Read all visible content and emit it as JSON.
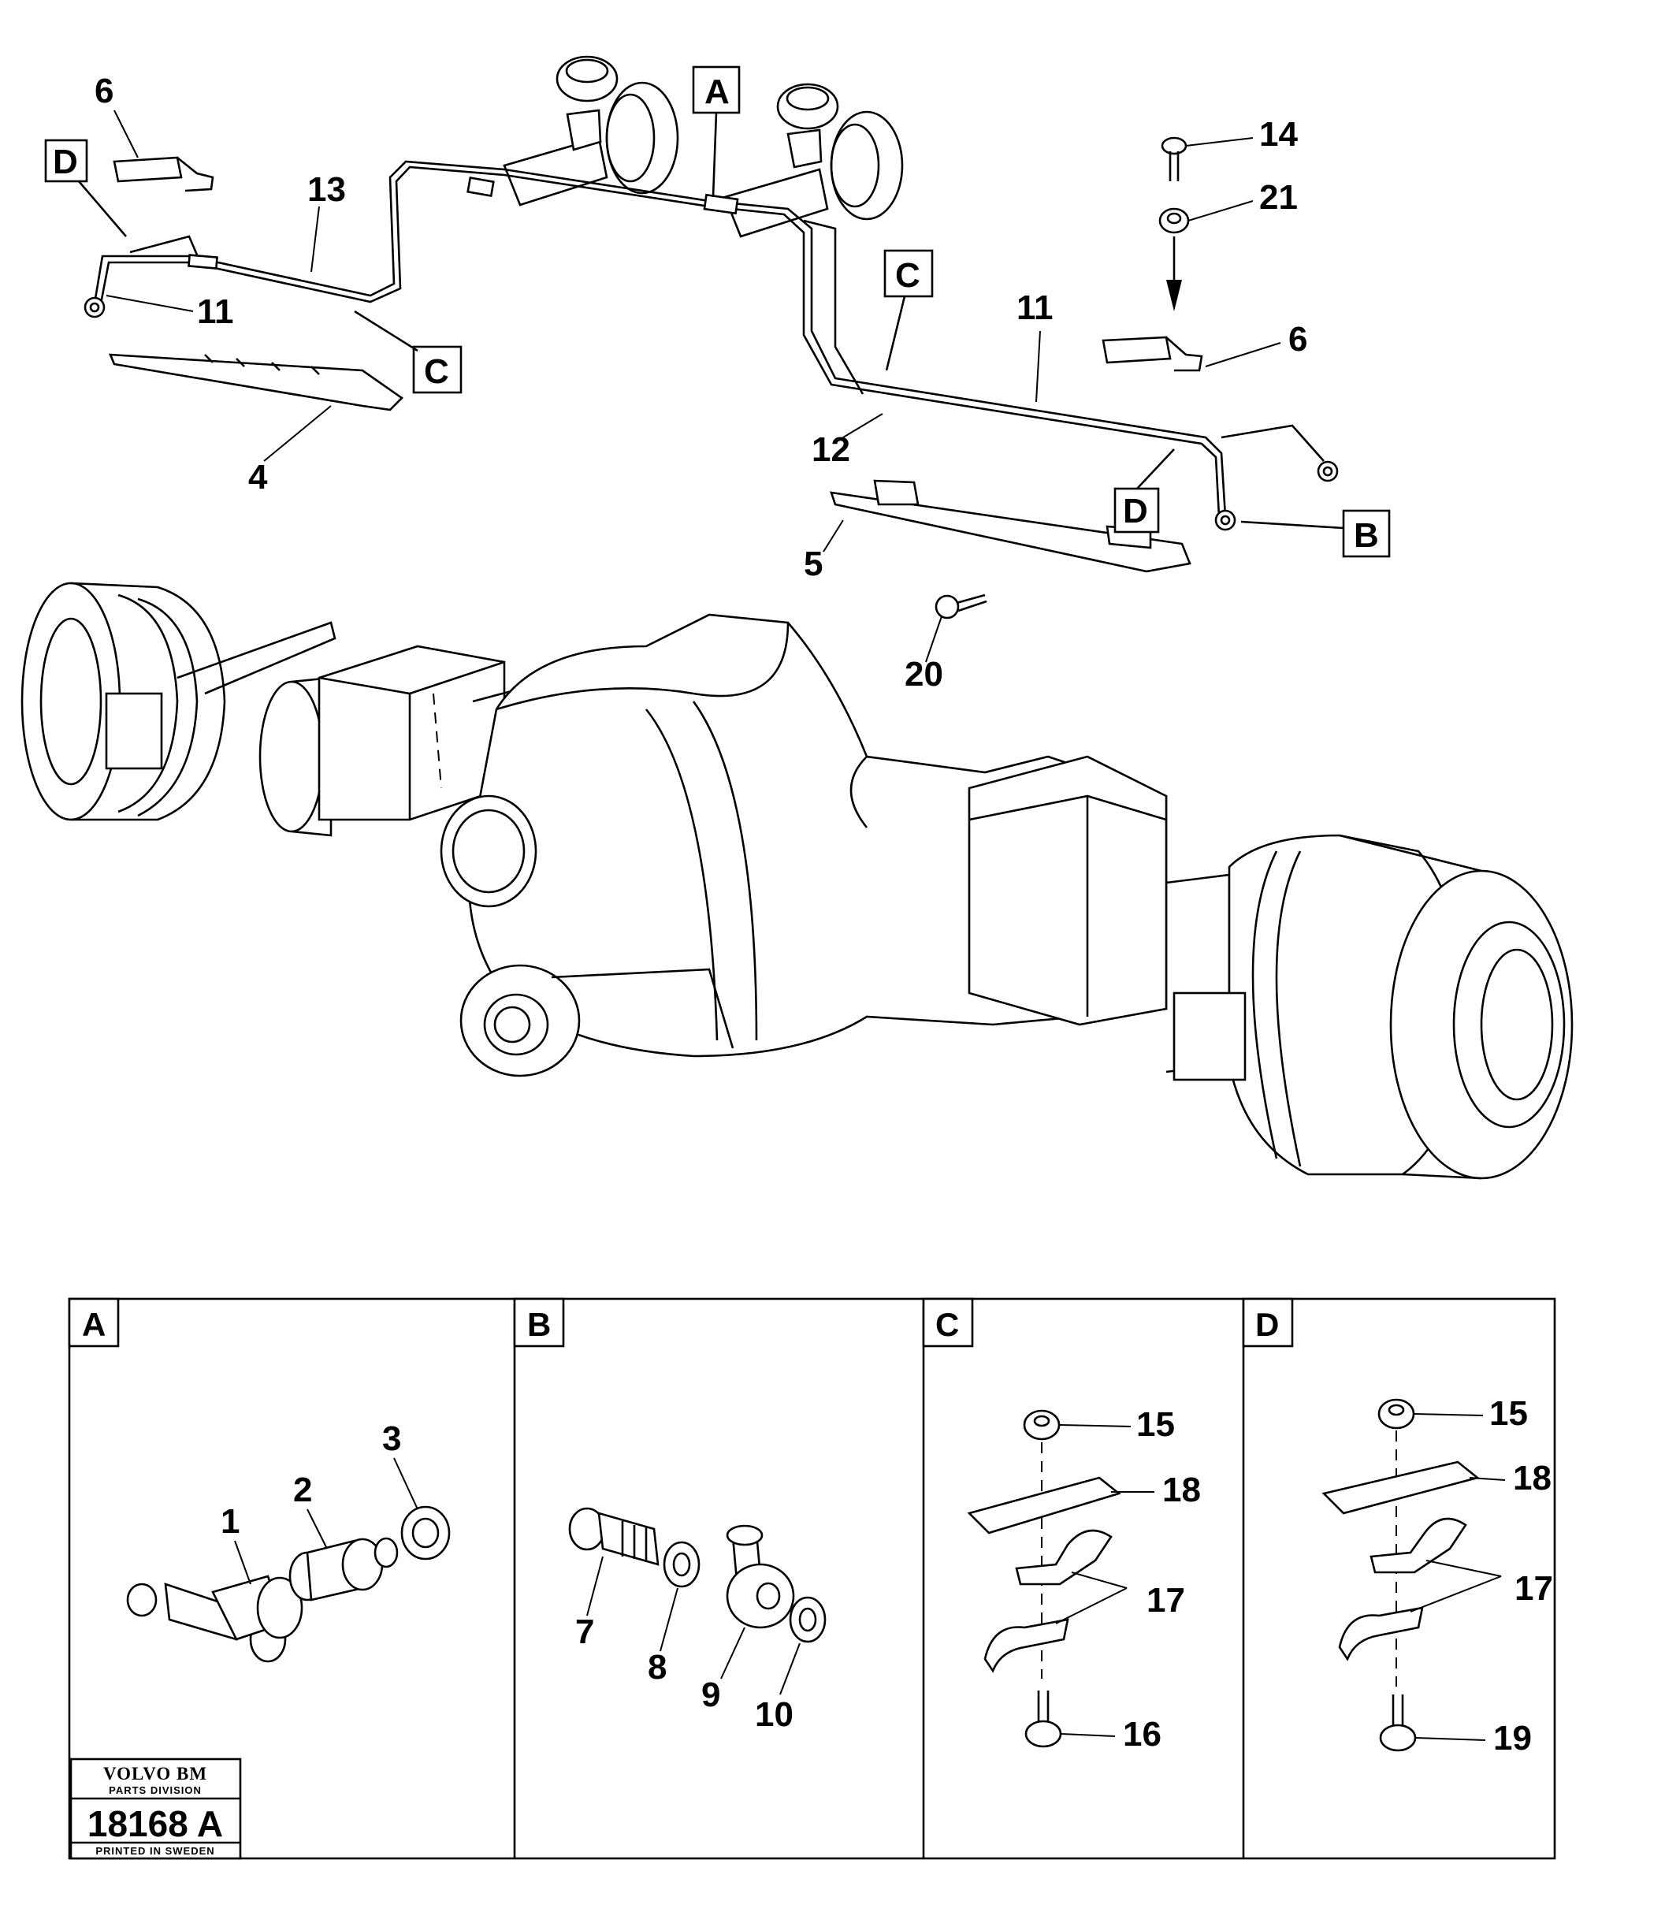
{
  "callouts": {
    "c1": "1",
    "c2": "2",
    "c3": "3",
    "c4": "4",
    "c5": "5",
    "c6a": "6",
    "c6b": "6",
    "c7": "7",
    "c8": "8",
    "c9": "9",
    "c10": "10",
    "c11a": "11",
    "c11b": "11",
    "c12": "12",
    "c13": "13",
    "c14": "14",
    "c15a": "15",
    "c15b": "15",
    "c16": "16",
    "c17a": "17",
    "c17b": "17",
    "c18a": "18",
    "c18b": "18",
    "c19": "19",
    "c20": "20",
    "c21": "21"
  },
  "detail_refs": {
    "ref_a": "A",
    "ref_b": "B",
    "ref_c1": "C",
    "ref_c2": "C",
    "ref_d1": "D",
    "ref_d2": "D"
  },
  "panels": [
    {
      "label": "A"
    },
    {
      "label": "B"
    },
    {
      "label": "C"
    },
    {
      "label": "D"
    }
  ],
  "logo": {
    "brand": "VOLVO BM",
    "division": "PARTS DIVISION",
    "number": "18168 A",
    "printed": "PRINTED IN SWEDEN"
  }
}
